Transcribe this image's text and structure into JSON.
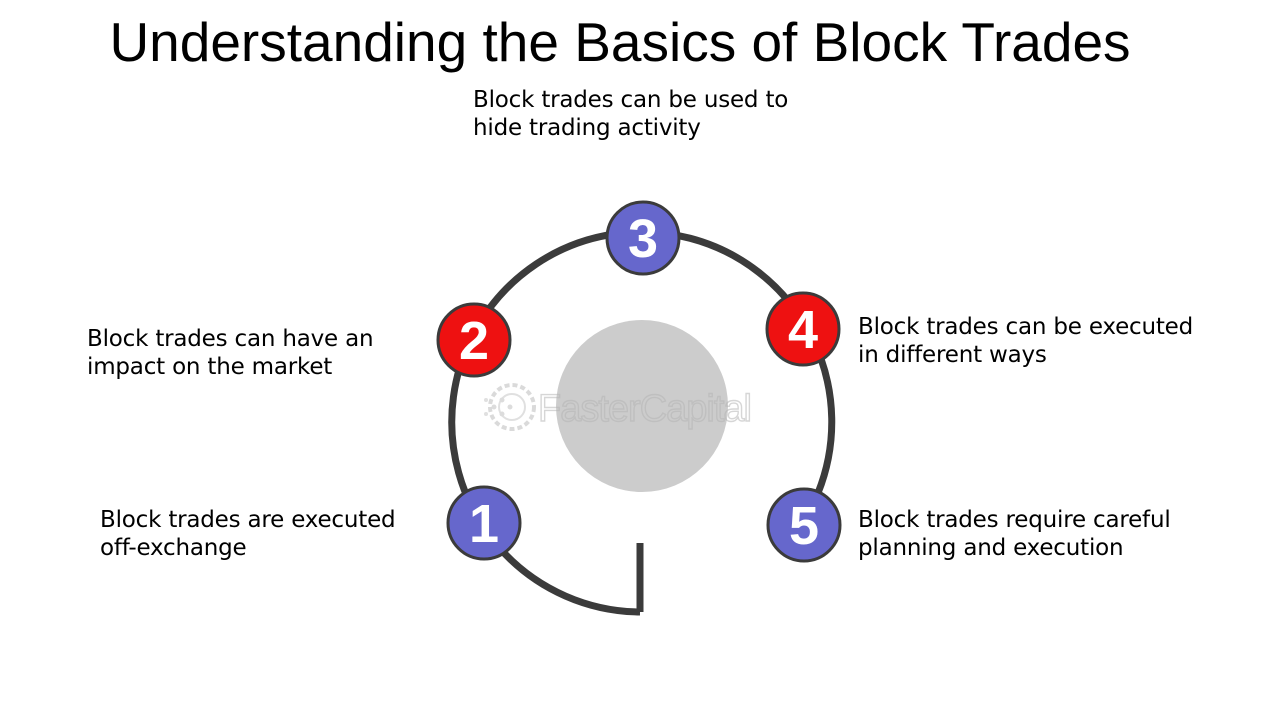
{
  "title": "Understanding the Basics of Block Trades",
  "watermark": "FasterCapital",
  "colors": {
    "blue_node": "#6667cc",
    "red_node": "#ee1111",
    "ring": "#3b3b3b",
    "center": "#cccccc"
  },
  "nodes": [
    {
      "number": "1",
      "color": "blue",
      "lines": [
        "Block trades are executed",
        "off-exchange"
      ]
    },
    {
      "number": "2",
      "color": "red",
      "lines": [
        "Block trades can have an",
        "impact on the market"
      ]
    },
    {
      "number": "3",
      "color": "blue",
      "lines": [
        "Block trades can be used to",
        "hide trading activity"
      ]
    },
    {
      "number": "4",
      "color": "red",
      "lines": [
        "Block trades can be executed",
        "in different ways"
      ]
    },
    {
      "number": "5",
      "color": "blue",
      "lines": [
        "Block trades require careful",
        "planning and execution"
      ]
    }
  ]
}
